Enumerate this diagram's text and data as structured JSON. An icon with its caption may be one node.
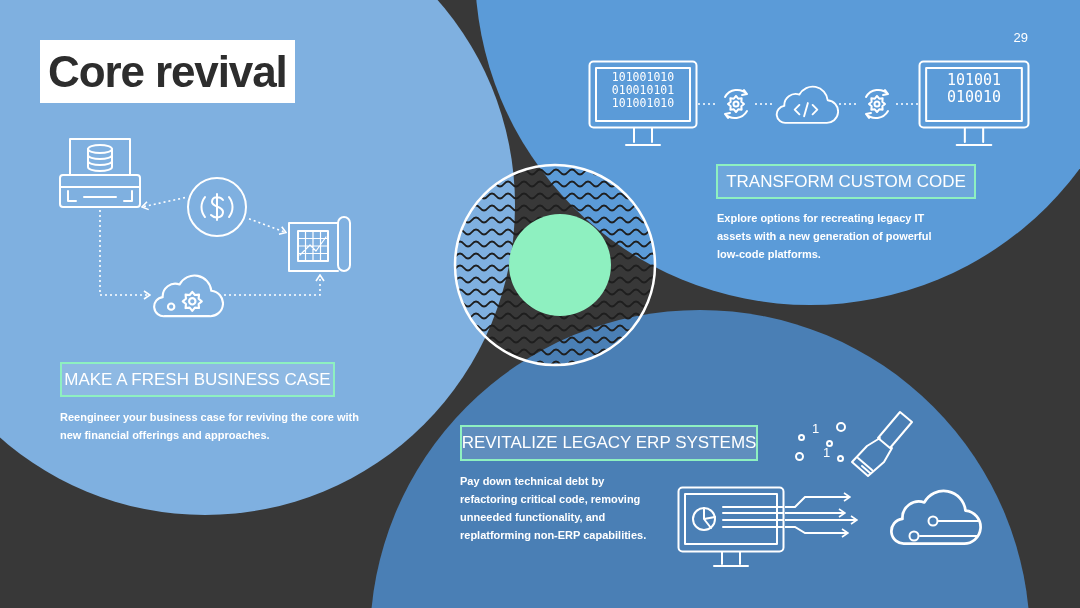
{
  "diagram": {
    "title": "Core revival",
    "nodes": [
      {
        "text": [
          "MAKE A FRESH BUSINESS CASE"
        ],
        "beside": [
          "Reengineer your business case for reviving the core with new financial offerings and approaches."
        ]
      },
      {
        "text": [],
        "shape": "picture"
      },
      {
        "text": [],
        "shape": "picture"
      },
      {
        "text": [],
        "shape": "picture"
      },
      {
        "text": [],
        "shape": "picture"
      },
      {
        "text": [
          "101001010 010010101 101001010"
        ]
      },
      {
        "text": [],
        "shape": "picture"
      },
      {
        "text": [],
        "shape": "picture"
      },
      {
        "text": [],
        "shape": "picture"
      },
      {
        "text": [
          "101001 010010"
        ]
      },
      {
        "text": [
          "TRANSFORM CUSTOM CODE"
        ],
        "beside": [
          "Explore options for recreating legacy IT assets with a new generation of powerful low-code platforms."
        ]
      },
      {
        "text": [
          "REVITALIZE LEGACY ERP SYSTEMS"
        ],
        "beside": [
          "Pay down technical debt by refactoring critical code, removing unneeded functionality, and replatforming non-ERP capabilities."
        ]
      },
      {
        "text": [],
        "shape": "picture"
      }
    ],
    "edges": [
      {
        "from": 2,
        "to": 1,
        "arrow": "to",
        "style": "dashed"
      },
      {
        "from": 2,
        "to": 3,
        "arrow": "to",
        "style": "dashed"
      },
      {
        "from": 1,
        "to": 4,
        "arrow": "to",
        "style": "dashed"
      },
      {
        "from": 4,
        "to": 3,
        "arrow": "to",
        "style": "dashed"
      },
      {
        "from": 5,
        "to": 6,
        "arrow": "none",
        "style": "dashed"
      },
      {
        "from": 6,
        "to": 7,
        "arrow": "none",
        "style": "dashed"
      },
      {
        "from": 7,
        "to": 8,
        "arrow": "none",
        "style": "dashed"
      },
      {
        "from": 8,
        "to": 9,
        "arrow": "none",
        "style": "dashed"
      },
      {
        "from": 12,
        "to": null,
        "arrow": "to"
      },
      {
        "from": 12,
        "to": null,
        "arrow": "to"
      },
      {
        "from": 12,
        "to": null,
        "arrow": "to"
      },
      {
        "from": 12,
        "to": null,
        "arrow": "to"
      }
    ],
    "labels": [
      "29",
      "1",
      "1"
    ]
  }
}
